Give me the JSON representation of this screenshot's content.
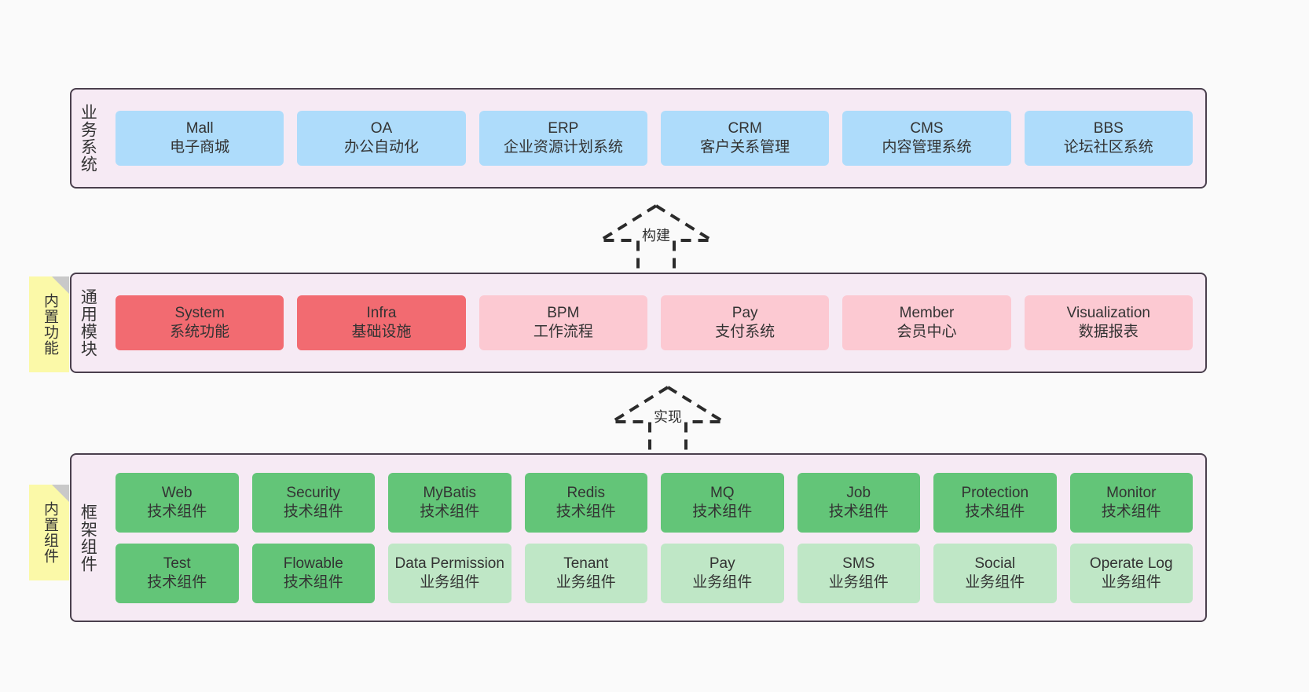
{
  "diagram": {
    "background_color": "#fafafa",
    "panel_color": "#f6eaf4",
    "panel_border_color": "#4a3f4d",
    "sticky_color": "#fbf9a8",
    "colors": {
      "blue": "#aedcfb",
      "red": "#f26b71",
      "pink": "#fcc9d2",
      "green": "#63c578",
      "light_green": "#bfe7c6"
    }
  },
  "sticky_notes": [
    {
      "name": "builtin-function",
      "label": "内置功能"
    },
    {
      "name": "builtin-component",
      "label": "内置组件"
    }
  ],
  "arrows": [
    {
      "name": "build",
      "label": "构建",
      "style": "dashed-hollow-up"
    },
    {
      "name": "realize",
      "label": "实现",
      "style": "dashed-hollow-up"
    }
  ],
  "layers": [
    {
      "name": "business-system",
      "title": "业务系统",
      "rows": [
        [
          {
            "name": "mall",
            "line1": "Mall",
            "line2": "电子商城",
            "color": "blue"
          },
          {
            "name": "oa",
            "line1": "OA",
            "line2": "办公自动化",
            "color": "blue"
          },
          {
            "name": "erp",
            "line1": "ERP",
            "line2": "企业资源计划系统",
            "color": "blue"
          },
          {
            "name": "crm",
            "line1": "CRM",
            "line2": "客户关系管理",
            "color": "blue"
          },
          {
            "name": "cms",
            "line1": "CMS",
            "line2": "内容管理系统",
            "color": "blue"
          },
          {
            "name": "bbs",
            "line1": "BBS",
            "line2": "论坛社区系统",
            "color": "blue"
          }
        ]
      ]
    },
    {
      "name": "common-module",
      "title": "通用模块",
      "rows": [
        [
          {
            "name": "system",
            "line1": "System",
            "line2": "系统功能",
            "color": "red"
          },
          {
            "name": "infra",
            "line1": "Infra",
            "line2": "基础设施",
            "color": "red"
          },
          {
            "name": "bpm",
            "line1": "BPM",
            "line2": "工作流程",
            "color": "pink"
          },
          {
            "name": "pay",
            "line1": "Pay",
            "line2": "支付系统",
            "color": "pink"
          },
          {
            "name": "member",
            "line1": "Member",
            "line2": "会员中心",
            "color": "pink"
          },
          {
            "name": "visualization",
            "line1": "Visualization",
            "line2": "数据报表",
            "color": "pink"
          }
        ]
      ]
    },
    {
      "name": "framework-component",
      "title": "框架组件",
      "rows": [
        [
          {
            "name": "web",
            "line1": "Web",
            "line2": "技术组件",
            "color": "green"
          },
          {
            "name": "security",
            "line1": "Security",
            "line2": "技术组件",
            "color": "green"
          },
          {
            "name": "mybatis",
            "line1": "MyBatis",
            "line2": "技术组件",
            "color": "green"
          },
          {
            "name": "redis",
            "line1": "Redis",
            "line2": "技术组件",
            "color": "green"
          },
          {
            "name": "mq",
            "line1": "MQ",
            "line2": "技术组件",
            "color": "green"
          },
          {
            "name": "job",
            "line1": "Job",
            "line2": "技术组件",
            "color": "green"
          },
          {
            "name": "protection",
            "line1": "Protection",
            "line2": "技术组件",
            "color": "green"
          },
          {
            "name": "monitor",
            "line1": "Monitor",
            "line2": "技术组件",
            "color": "green"
          }
        ],
        [
          {
            "name": "test",
            "line1": "Test",
            "line2": "技术组件",
            "color": "green"
          },
          {
            "name": "flowable",
            "line1": "Flowable",
            "line2": "技术组件",
            "color": "green"
          },
          {
            "name": "data-permission",
            "line1": "Data Permission",
            "line2": "业务组件",
            "color": "lightgreen"
          },
          {
            "name": "tenant",
            "line1": "Tenant",
            "line2": "业务组件",
            "color": "lightgreen"
          },
          {
            "name": "pay",
            "line1": "Pay",
            "line2": "业务组件",
            "color": "lightgreen"
          },
          {
            "name": "sms",
            "line1": "SMS",
            "line2": "业务组件",
            "color": "lightgreen"
          },
          {
            "name": "social",
            "line1": "Social",
            "line2": "业务组件",
            "color": "lightgreen"
          },
          {
            "name": "operate-log",
            "line1": "Operate Log",
            "line2": "业务组件",
            "color": "lightgreen"
          }
        ]
      ]
    }
  ]
}
